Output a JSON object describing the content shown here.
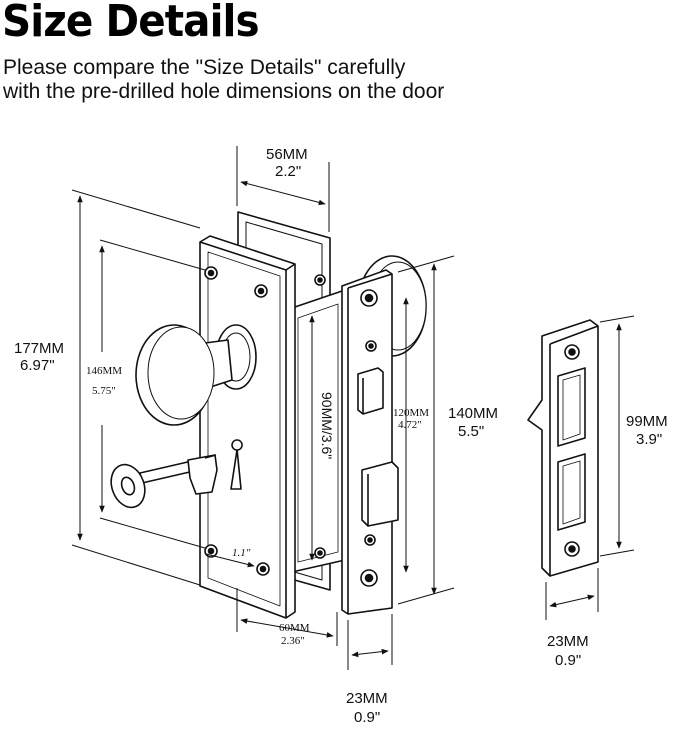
{
  "header": {
    "title": "Size Details",
    "subtitle_line1": "Please compare the \"Size Details\" carefully",
    "subtitle_line2": "with the pre-drilled hole dimensions on the door"
  },
  "dimensions": {
    "total_height_mm": "177MM",
    "total_height_in": "6.97\"",
    "plate_hole_mm": "146MM",
    "plate_hole_in": "5.75\"",
    "top_width_mm": "56MM",
    "top_width_in": "2.2\"",
    "body_height": "90MM/3.6\"",
    "faceplate_holes_mm": "120MM",
    "faceplate_holes_in": "4.72\"",
    "faceplate_height_mm": "140MM",
    "faceplate_height_in": "5.5\"",
    "knob_offset": "1.1\"",
    "backset_mm": "60MM",
    "backset_in": "2.36\"",
    "faceplate_width_mm": "23MM",
    "faceplate_width_in": "0.9\"",
    "strike_height_mm": "99MM",
    "strike_height_in": "3.9\"",
    "strike_width_mm": "23MM",
    "strike_width_in": "0.9\""
  },
  "colors": {
    "line": "#111111",
    "background": "#ffffff"
  }
}
